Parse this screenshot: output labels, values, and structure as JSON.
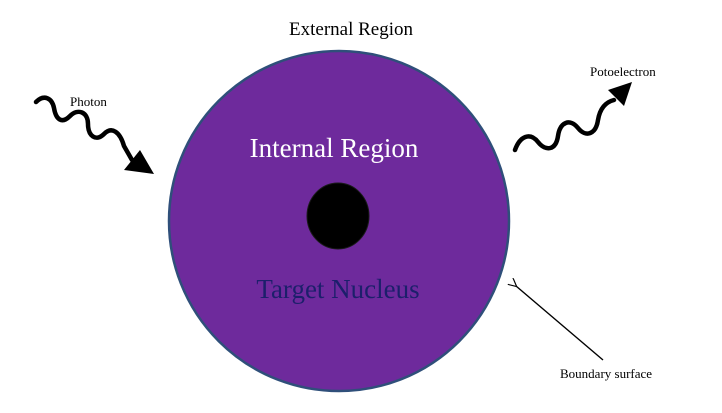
{
  "labels": {
    "external_region": "External Region",
    "internal_region": "Internal Region",
    "target_nucleus": "Target Nucleus",
    "photon": "Photon",
    "photoelectron": "Potoelectron",
    "boundary_surface": "Boundary surface"
  },
  "colors": {
    "sphere_fill": "#6e2a9c",
    "sphere_outline": "#2f4f7a",
    "nucleus": "#000000",
    "internal_label": "#ffffff",
    "nucleus_label": "#1c1f6b",
    "text": "#000000",
    "background": "#ffffff"
  },
  "icons": {
    "photon": "wavy-arrow-icon",
    "photoelectron": "wavy-arrow-icon",
    "boundary_pointer": "arrow-icon"
  }
}
